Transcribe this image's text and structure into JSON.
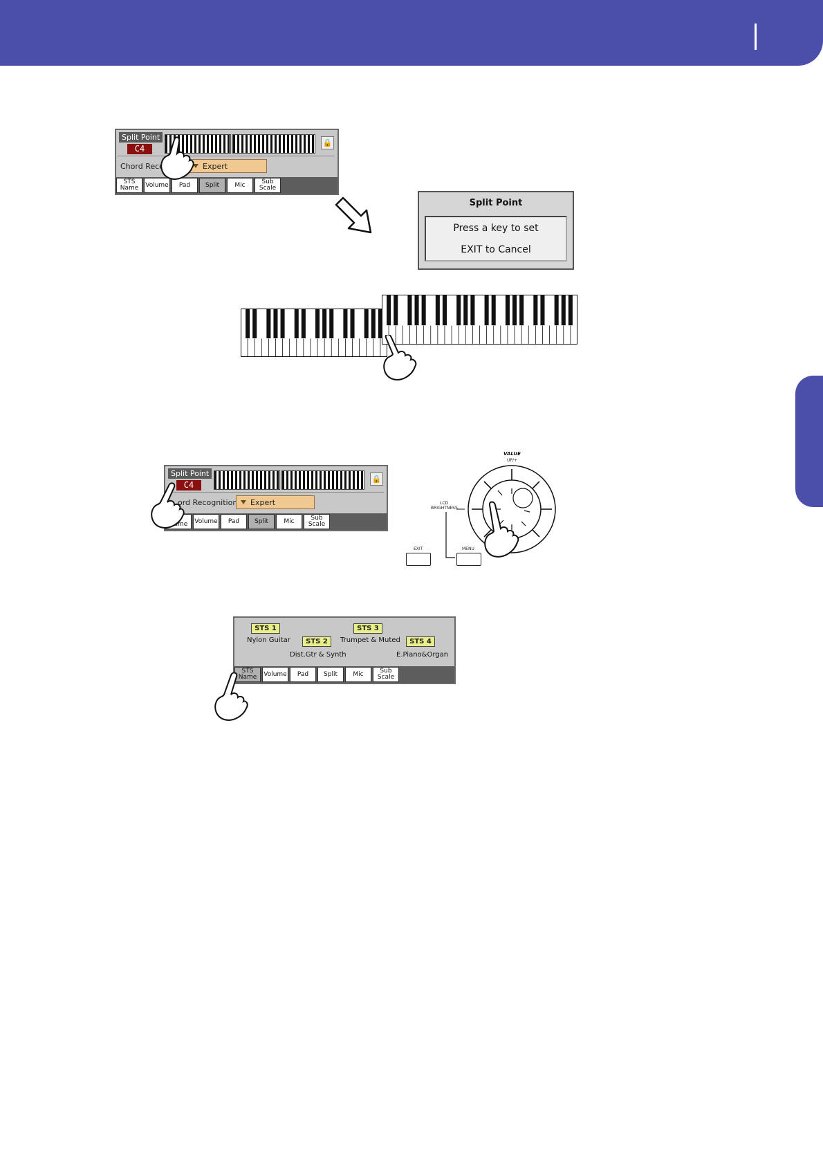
{
  "colors": {
    "header": "#4c4faa",
    "value_red": "#8a1010",
    "dropdown": "#f0c892",
    "sts_button": "#e7ee8a"
  },
  "fig1": {
    "split_point_label": "Split Point",
    "split_point_value": "C4",
    "chord_label": "Chord Recog",
    "dropdown_value": "Expert",
    "tabs": [
      "STS|Name",
      "Volume",
      "Pad",
      "Split",
      "Mic",
      "Sub|Scale"
    ],
    "lock_icon": "lock-icon"
  },
  "dialog": {
    "title": "Split Point",
    "line1": "Press a key to set",
    "line2": "EXIT to Cancel"
  },
  "fig2": {
    "split_point_label": "Split Point",
    "split_point_value": "C4",
    "chord_label": "ord Recognition:",
    "dropdown_value": "Expert",
    "tabs": [
      "S|Name",
      "Volume",
      "Pad",
      "Split",
      "Mic",
      "Sub|Scale"
    ]
  },
  "dial": {
    "value_label": "VALUE",
    "up_label": "UP/+",
    "lcd_label": "LCD",
    "brightness_label": "BRIGHTNESS",
    "exit_label": "EXIT",
    "menu_label": "MENU"
  },
  "fig3": {
    "sts_buttons": [
      "STS 1",
      "STS 2",
      "STS 3",
      "STS 4"
    ],
    "sts_names": [
      "Nylon Guitar",
      "Dist.Gtr & Synth",
      "Trumpet & Muted",
      "E.Piano&Organ"
    ],
    "tabs": [
      "STS|Name",
      "Volume",
      "Pad",
      "Split",
      "Mic",
      "Sub|Scale"
    ]
  }
}
